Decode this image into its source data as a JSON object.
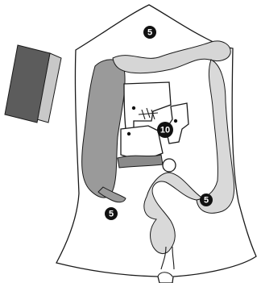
{
  "markers": [
    {
      "id": "marker-upper",
      "label": "5"
    },
    {
      "id": "marker-center",
      "label": "10"
    },
    {
      "id": "marker-right",
      "label": "5"
    },
    {
      "id": "marker-left",
      "label": "5"
    }
  ],
  "colors": {
    "sponge_front": "#5c5c5c",
    "sponge_side": "#c8c8c8",
    "ascending_colon": "#9a9a9a",
    "transverse_colon": "#d6d6d6",
    "descending_colon": "#d9d9d9",
    "sigmoid": "#d9d9d9",
    "small_bowel_segment": "#8a8a8a",
    "outline": "#1a1a1a"
  }
}
